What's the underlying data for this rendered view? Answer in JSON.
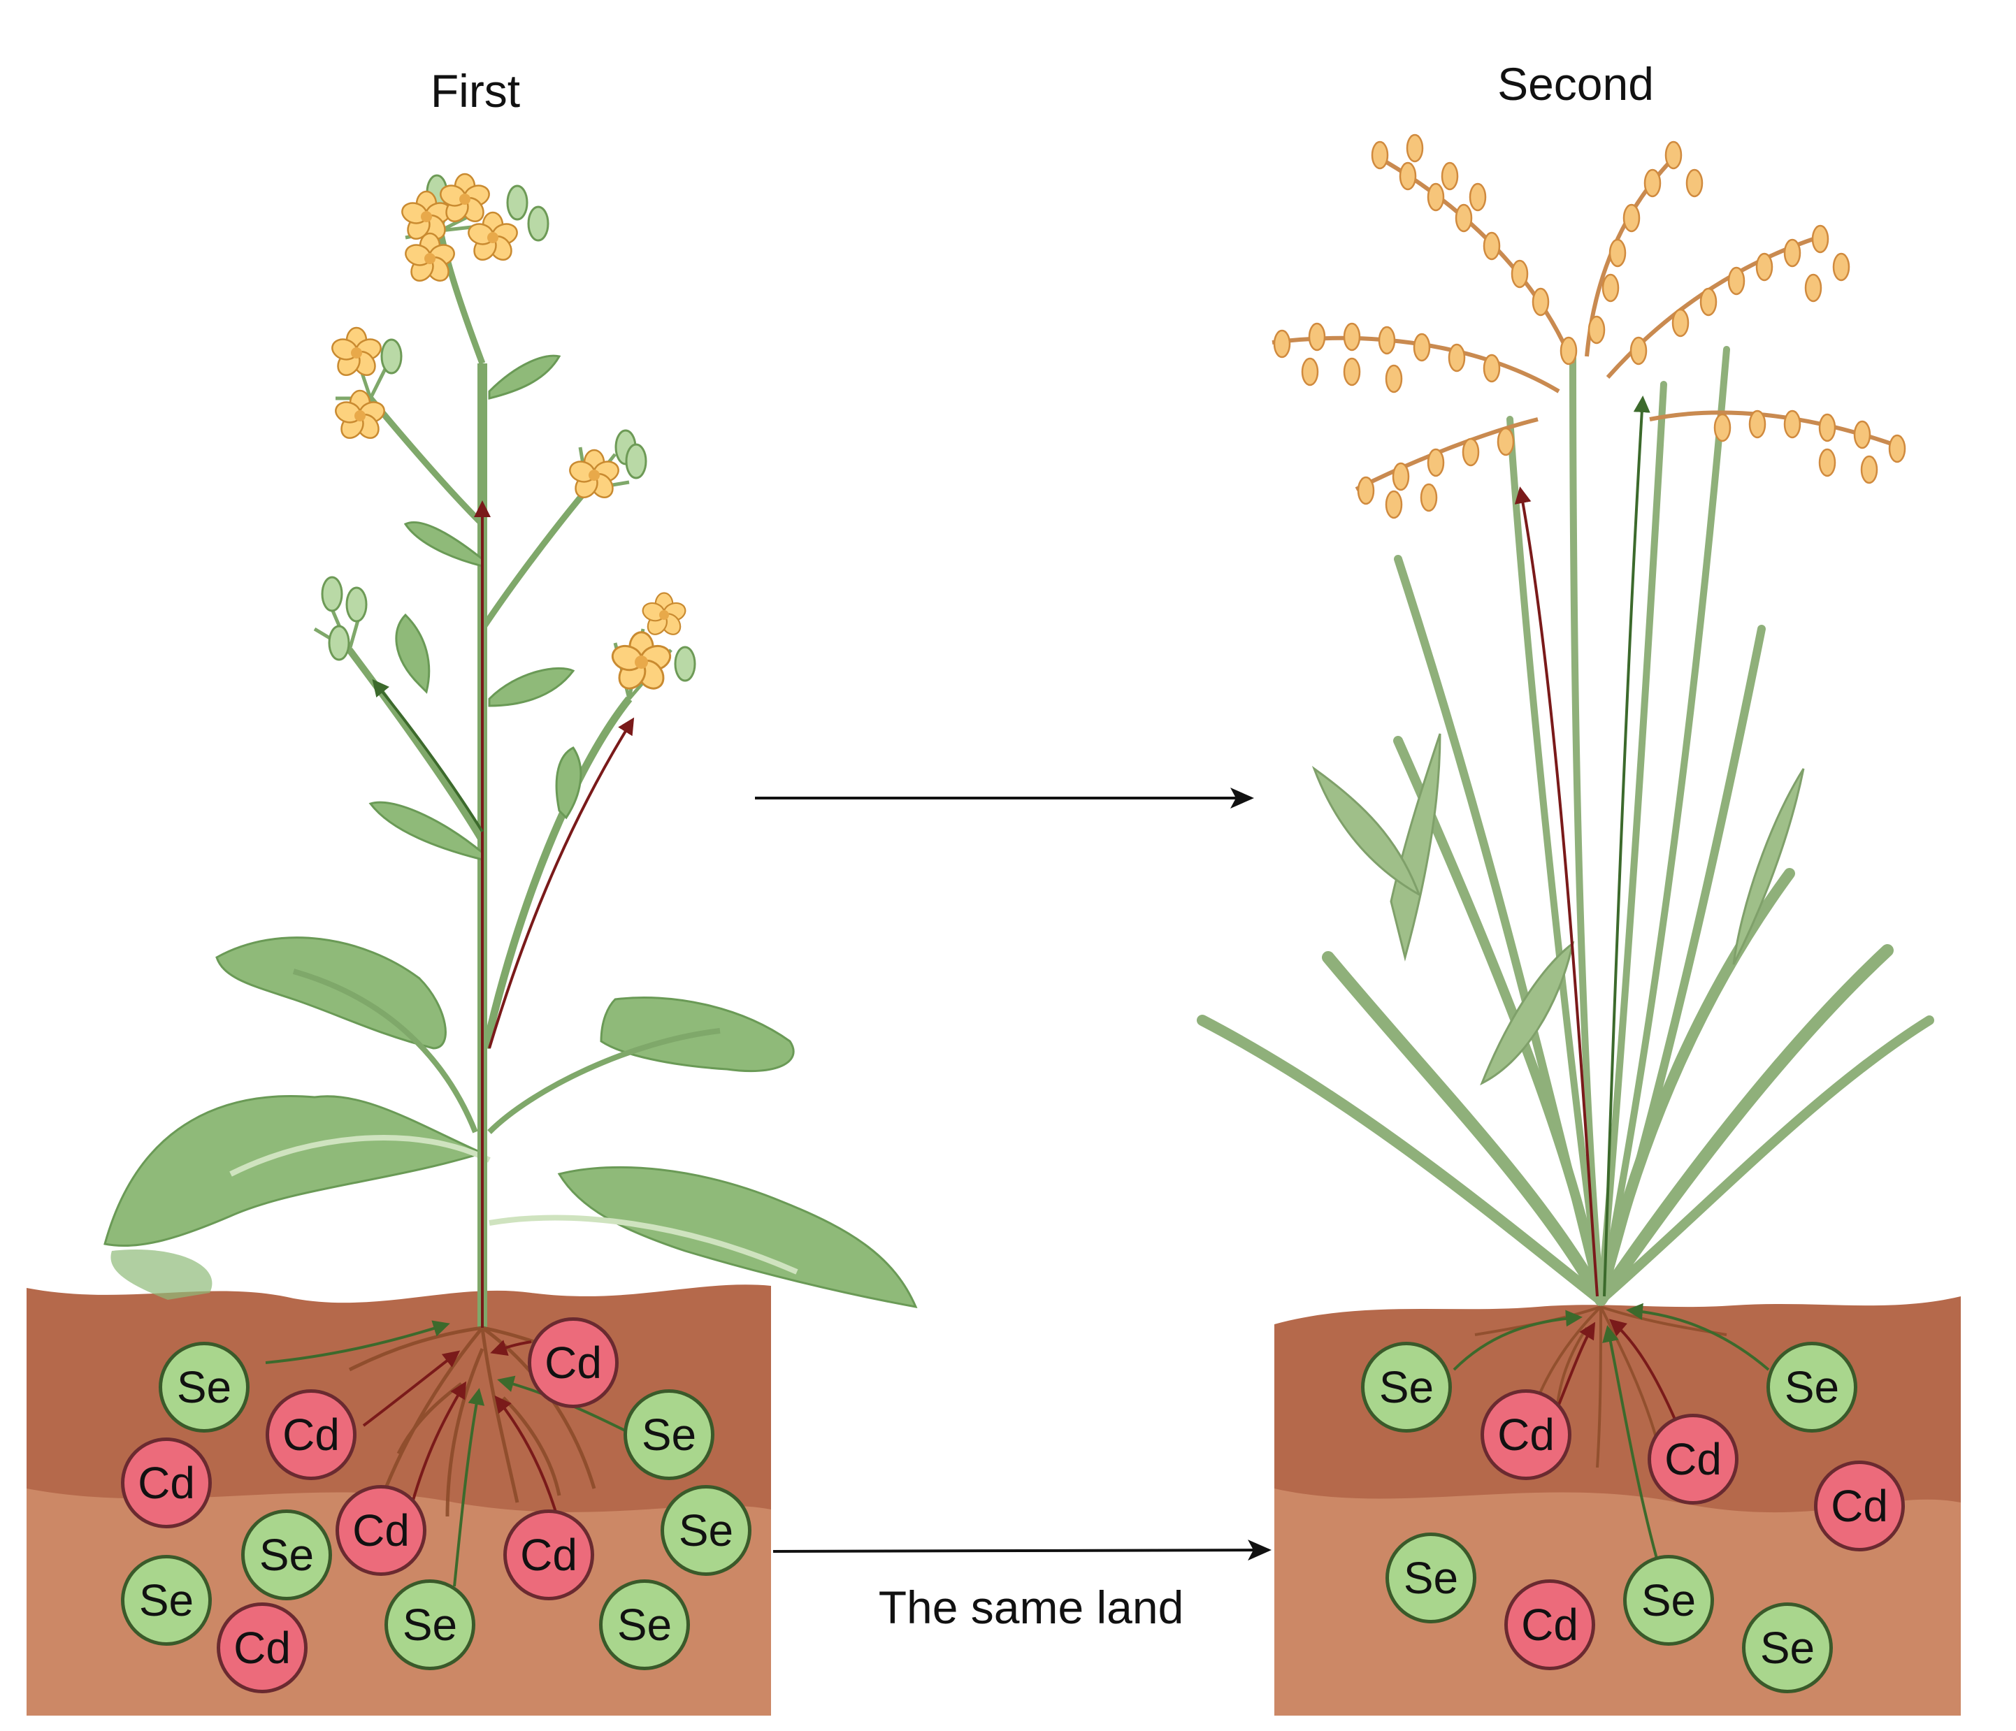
{
  "labels": {
    "first": "First",
    "second": "Second",
    "same_land": "The same land"
  },
  "ions": {
    "se": "Se",
    "cd": "Cd"
  },
  "colors": {
    "soil_dark": "#b5694b",
    "soil_light": "#cc8866",
    "se_fill": "#a9d68d",
    "cd_fill": "#ec6b7b",
    "leaf_green": "#8fba79",
    "stem_green": "#7fa86a",
    "flower_yellow": "#fdd27e",
    "grain_orange": "#f2b063",
    "uptake_arrow_red": "#7a1a1a",
    "uptake_arrow_green": "#3c6a2c"
  }
}
